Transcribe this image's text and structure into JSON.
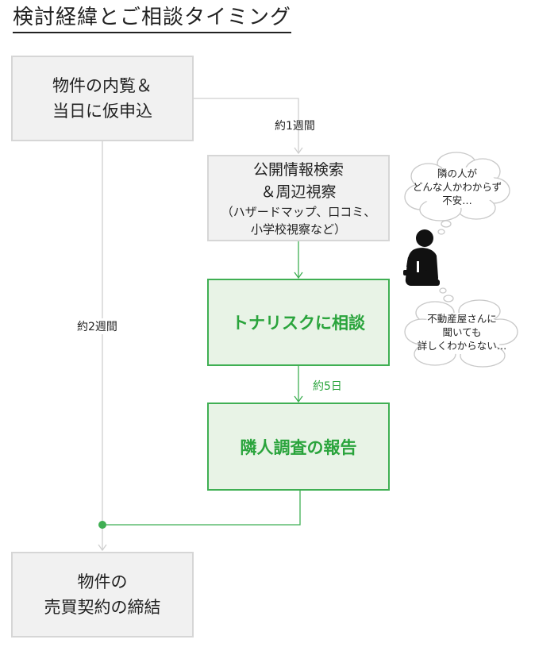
{
  "title": "検討経緯とご相談タイミング",
  "boxes": {
    "viewing": {
      "line1": "物件の内覧＆",
      "line2": "当日に仮申込"
    },
    "research": {
      "line1": "公開情報検索",
      "line2": "＆周辺視察",
      "line3": "（ハザードマップ、口コミ、",
      "line4": "小学校視察など）"
    },
    "consult": {
      "label": "トナリスクに相談"
    },
    "report": {
      "label": "隣人調査の報告"
    },
    "contract": {
      "line1": "物件の",
      "line2": "売買契約の締結"
    }
  },
  "arrows": {
    "week1": "約1週間",
    "week2": "約2週間",
    "days5": "約5日"
  },
  "bubbles": {
    "top": {
      "line1": "隣の人が",
      "line2": "どんな人かわからず",
      "line3": "不安…"
    },
    "bottom": {
      "line1": "不動産屋さんに",
      "line2": "聞いても",
      "line3": "詳しくわからない…"
    }
  },
  "colors": {
    "accent_green": "#3faf53",
    "box_gray": "#f1f1f1",
    "border_gray": "#d6d6d6",
    "line_gray": "#cfcfcf"
  }
}
